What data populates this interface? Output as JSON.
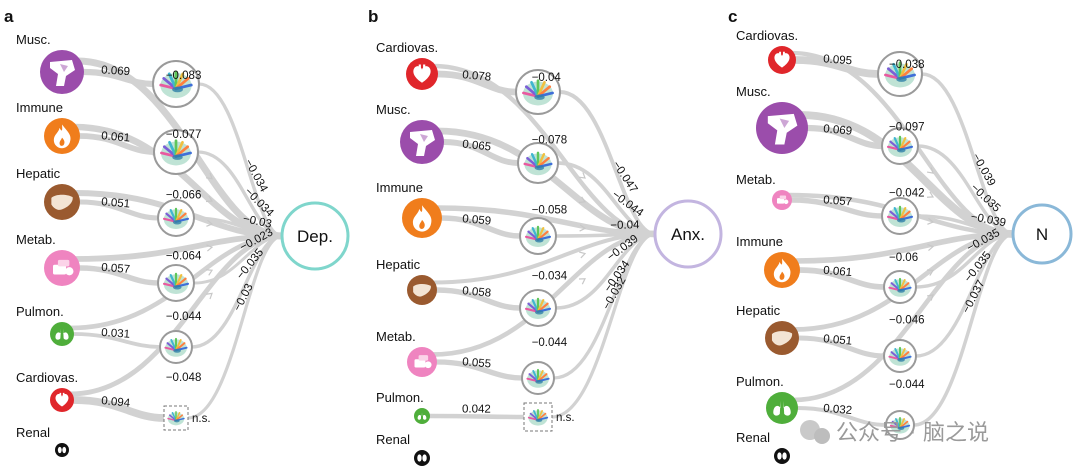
{
  "panels": [
    {
      "letter": "a",
      "target": "Dep.",
      "target_color": "#7fd6cc",
      "organs": [
        {
          "name": "Musc.",
          "icon": "muscle-icon",
          "color": "#9b4dab",
          "size": "large",
          "direct": "−0.083",
          "to_brain": "0.069",
          "brain_to_target": "−0.034"
        },
        {
          "name": "Immune",
          "icon": "flame-icon",
          "color": "#f07d1c",
          "size": "medium",
          "direct": "−0.077",
          "to_brain": "0.061",
          "brain_to_target": "−0.034"
        },
        {
          "name": "Hepatic",
          "icon": "liver-icon",
          "color": "#9a5a2f",
          "size": "medium",
          "direct": "−0.066",
          "to_brain": "0.051",
          "brain_to_target": "−0.03"
        },
        {
          "name": "Metab.",
          "icon": "metabolism-icon",
          "color": "#ef84c0",
          "size": "medium",
          "direct": "−0.064",
          "to_brain": "0.057",
          "brain_to_target": "−0.023"
        },
        {
          "name": "Pulmon.",
          "icon": "lungs-icon",
          "color": "#4fae3b",
          "size": "small",
          "direct": "−0.044",
          "to_brain": "0.031",
          "brain_to_target": "−0.035"
        },
        {
          "name": "Cardiovas.",
          "icon": "heart-icon",
          "color": "#e0262b",
          "size": "small",
          "direct": "−0.048",
          "to_brain": "0.094",
          "brain_to_target": "−0.03",
          "ns": "n.s."
        },
        {
          "name": "Renal",
          "icon": "kidney-icon",
          "color": "#111111",
          "size": "tiny"
        }
      ]
    },
    {
      "letter": "b",
      "target": "Anx.",
      "target_color": "#c3b5e0",
      "organs": [
        {
          "name": "Cardiovas.",
          "icon": "heart-icon",
          "color": "#e0262b",
          "size": "small",
          "direct": "−0.04",
          "to_brain": "0.078",
          "brain_to_target": "−0.047"
        },
        {
          "name": "Musc.",
          "icon": "muscle-icon",
          "color": "#9b4dab",
          "size": "large",
          "direct": "−0.078",
          "to_brain": "0.065",
          "brain_to_target": "−0.044"
        },
        {
          "name": "Immune",
          "icon": "flame-icon",
          "color": "#f07d1c",
          "size": "medium",
          "direct": "−0.058",
          "to_brain": "0.059",
          "brain_to_target": "−0.04"
        },
        {
          "name": "Hepatic",
          "icon": "liver-icon",
          "color": "#9a5a2f",
          "size": "small",
          "direct": "−0.034",
          "to_brain": "0.058",
          "brain_to_target": "−0.039"
        },
        {
          "name": "Metab.",
          "icon": "metabolism-icon",
          "color": "#ef84c0",
          "size": "small",
          "direct": "−0.044",
          "to_brain": "0.055",
          "brain_to_target": "−0.034"
        },
        {
          "name": "Pulmon.",
          "icon": "lungs-icon",
          "color": "#4fae3b",
          "size": "tiny",
          "direct": "",
          "to_brain": "0.042",
          "brain_to_target": "−0.032",
          "ns": "n.s."
        },
        {
          "name": "Renal",
          "icon": "kidney-icon",
          "color": "#111111",
          "size": "tiny"
        }
      ]
    },
    {
      "letter": "c",
      "target": "N",
      "target_color": "#8ab8d8",
      "organs": [
        {
          "name": "Cardiovas.",
          "icon": "heart-icon",
          "color": "#e0262b",
          "size": "small",
          "direct": "−0.038",
          "to_brain": "0.095",
          "brain_to_target": "−0.039"
        },
        {
          "name": "Musc.",
          "icon": "muscle-icon",
          "color": "#9b4dab",
          "size": "large",
          "direct": "−0.097",
          "to_brain": "0.069",
          "brain_to_target": "−0.035"
        },
        {
          "name": "Metab.",
          "icon": "metabolism-icon",
          "color": "#ef84c0",
          "size": "tiny",
          "direct": "−0.042",
          "to_brain": "0.057",
          "brain_to_target": "−0.039"
        },
        {
          "name": "Immune",
          "icon": "flame-icon",
          "color": "#f07d1c",
          "size": "medium",
          "direct": "−0.06",
          "to_brain": "0.061",
          "brain_to_target": "−0.035"
        },
        {
          "name": "Hepatic",
          "icon": "liver-icon",
          "color": "#9a5a2f",
          "size": "small",
          "direct": "−0.046",
          "to_brain": "0.051",
          "brain_to_target": "−0.035"
        },
        {
          "name": "Pulmon.",
          "icon": "lungs-icon",
          "color": "#4fae3b",
          "size": "small",
          "direct": "−0.044",
          "to_brain": "0.032",
          "brain_to_target": "−0.037"
        },
        {
          "name": "Renal",
          "icon": "kidney-icon",
          "color": "#111111",
          "size": "tiny"
        }
      ]
    }
  ],
  "watermark": "公众号 · 脑之说",
  "colors": {
    "edge": "#d2d2d2",
    "brain_ring": "#9a9a9a",
    "text": "#111111"
  }
}
